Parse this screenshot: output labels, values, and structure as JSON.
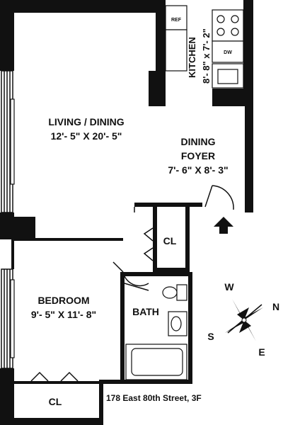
{
  "rooms": {
    "living": {
      "name": "LIVING / DINING",
      "dims": "12'- 5\" X 20'- 5\""
    },
    "kitchen": {
      "name": "KITCHEN",
      "dims": "8'- 8\" x 7'- 2\""
    },
    "foyer": {
      "name_line1": "DINING",
      "name_line2": "FOYER",
      "dims": "7'- 6\" X 8'- 3\""
    },
    "bedroom": {
      "name": "BEDROOM",
      "dims": "9'- 5\" X 11'- 8\""
    },
    "bath": {
      "name": "BATH"
    },
    "closet_hall": {
      "name": "CL"
    },
    "closet_bedroom": {
      "name": "CL"
    }
  },
  "appliances": {
    "ref": "REF",
    "dw": "DW"
  },
  "compass": {
    "n": "N",
    "s": "S",
    "e": "E",
    "w": "W"
  },
  "address": "178 East 80th Street, 3F"
}
